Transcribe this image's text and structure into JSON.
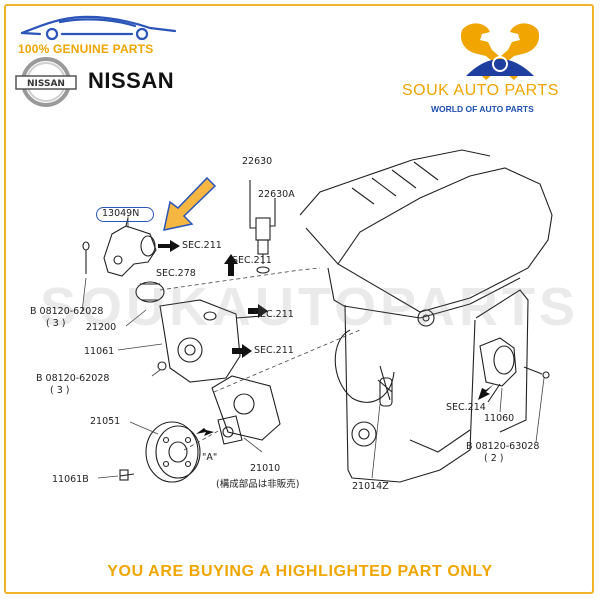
{
  "header": {
    "genuine_text": "100% GENUINE PARTS",
    "brand_name": "NISSAN",
    "brand_badge": "NISSAN",
    "seller_name": "SOUK AUTO PARTS",
    "seller_tagline": "WORLD OF AUTO PARTS"
  },
  "watermark": "SOUKAUTOPARTS",
  "labels": {
    "p22630": "22630",
    "p22630a": "22630A",
    "p13049n": "13049N",
    "sec211_a": "SEC.211",
    "sec211_b": "SEC.211",
    "sec278": "SEC.278",
    "sec211_c": "SEC.211",
    "sec211_d": "SEC.211",
    "b08120_62028_a": "B 08120-62028",
    "qty3_a": "( 3 )",
    "p21200": "21200",
    "p11061": "11061",
    "b08120_62028_b": "B 08120-62028",
    "qty3_b": "( 3 )",
    "p21051": "21051",
    "p11061b": "11061B",
    "view_a": "\"A\"",
    "p21010": "21010",
    "note_jp": "(構成部品は非販売)",
    "p21014z": "21014Z",
    "sec214": "SEC.214",
    "p11060": "11060",
    "b08120_63028": "B 08120-63028",
    "qty2": "( 2 )"
  },
  "footer": {
    "notice": "YOU ARE BUYING A HIGHLIGHTED PART ONLY"
  },
  "colors": {
    "accent": "#f0a500",
    "frame": "#f0b429",
    "tagline_blue": "#1f4fb0",
    "highlight_blue": "#2b55b8"
  },
  "icons": [
    "car-silhouette-icon",
    "nissan-logo-icon",
    "wrench-icon",
    "highlight-arrow-icon"
  ]
}
